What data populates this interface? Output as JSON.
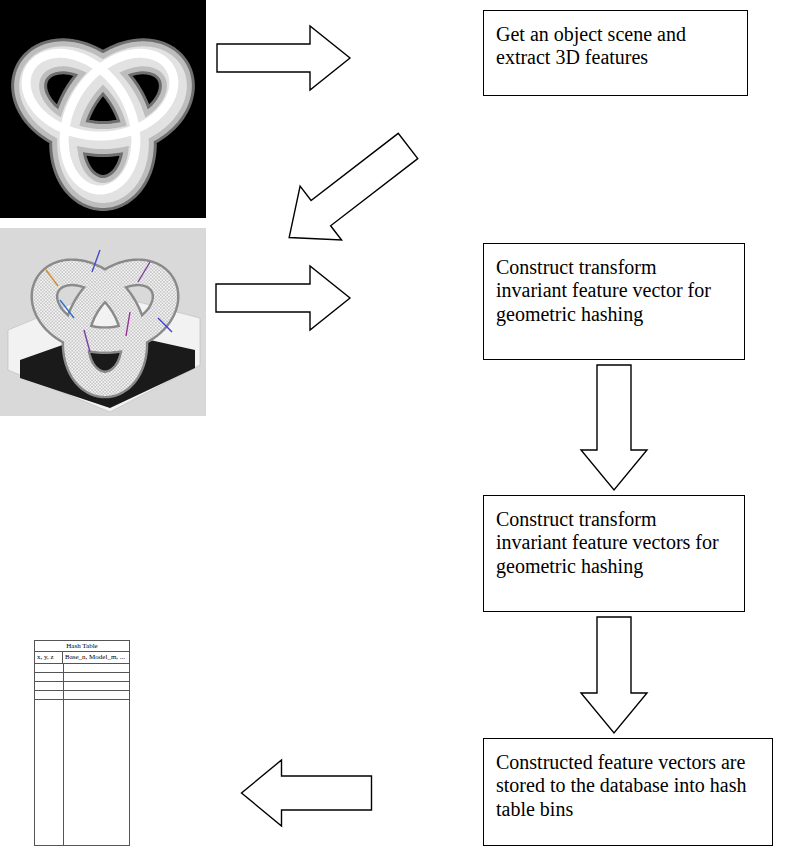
{
  "diagram": {
    "nodes": [
      {
        "text": [
          "Get an object scene and extract 3D features"
        ]
      },
      {
        "text": [
          "Construct transform invariant feature vector for geometric hashing"
        ]
      },
      {
        "text": [
          "Construct transform invariant feature vectors for geometric hashing"
        ]
      },
      {
        "text": [
          "Constructed feature vectors are stored to the database into hash table bins"
        ]
      },
      {
        "text": [
          "Hash Table",
          "x, y, z",
          "Base_n, Model_m, ..."
        ]
      }
    ],
    "edges": [
      {
        "from": 1,
        "to": 2,
        "arrow": "to"
      },
      {
        "from": 2,
        "to": 3,
        "arrow": "to"
      },
      {
        "from": 3,
        "to": 4,
        "arrow": "to"
      }
    ]
  }
}
